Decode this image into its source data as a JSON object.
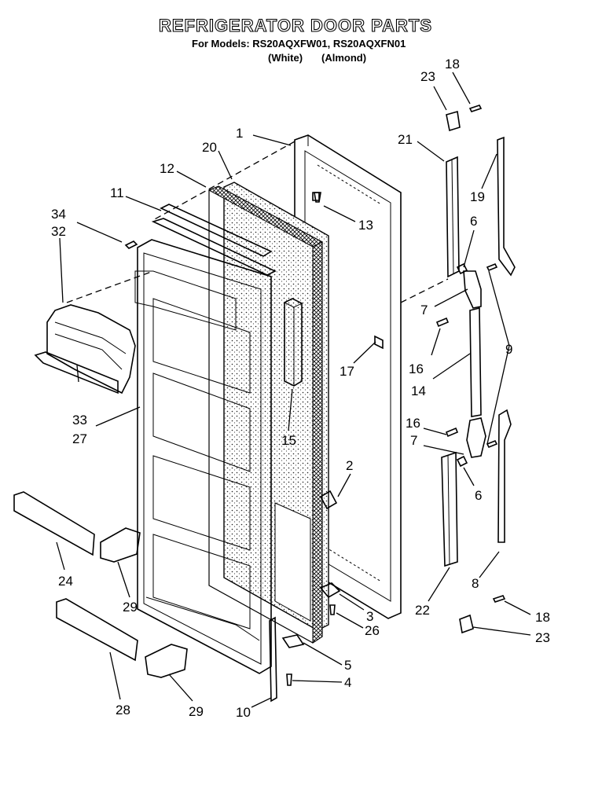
{
  "header": {
    "title": "REFRIGERATOR DOOR PARTS",
    "models": "For Models: RS20AQXFW01, RS20AQXFN01",
    "color_white": "(White)",
    "color_almond": "(Almond)"
  },
  "callouts": [
    "1",
    "20",
    "12",
    "11",
    "34",
    "32",
    "13",
    "21",
    "23",
    "18",
    "19",
    "6",
    "7",
    "9",
    "16",
    "14",
    "17",
    "33",
    "27",
    "15",
    "2",
    "16",
    "7",
    "6",
    "24",
    "29",
    "3",
    "26",
    "22",
    "8",
    "18",
    "23",
    "5",
    "4",
    "28",
    "29",
    "10"
  ]
}
